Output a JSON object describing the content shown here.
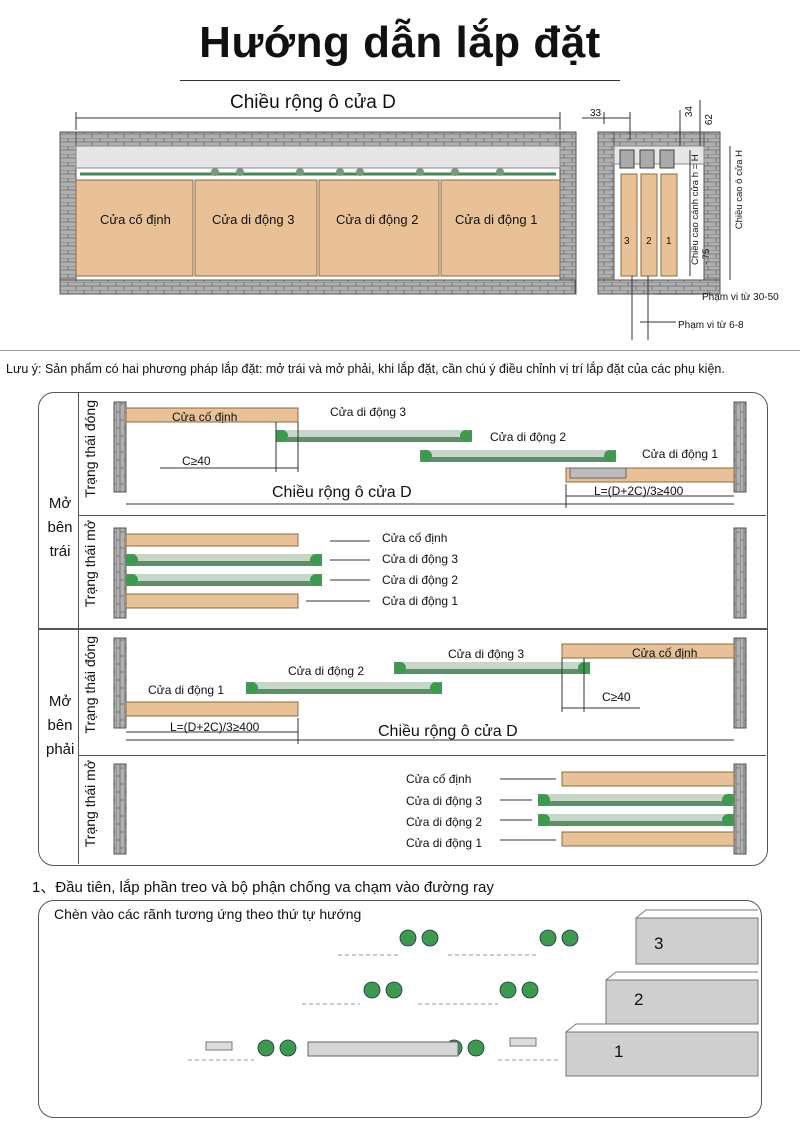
{
  "title": "Hướng dẫn lắp đặt",
  "top_diagram": {
    "width_label": "Chiều rộng ô cửa D",
    "doors": [
      "Cửa cố định",
      "Cửa di động 3",
      "Cửa di động 2",
      "Cửa di động 1"
    ],
    "side_dims": {
      "d33": "33",
      "d34": "34",
      "d62": "62",
      "door_height": "Chiều cao cánh cửa h = H - 75",
      "opening_height": "Chiều cao ô cửa H",
      "door_nums": [
        "3",
        "2",
        "1"
      ],
      "range1": "Phạm vi từ 30-50",
      "range2": "Phạm vi từ 6-8"
    }
  },
  "note": "Lưu ý: Sản phẩm có hai phương pháp lắp đặt: mở trái và mở phải, khi lắp đặt, cần chú ý điều chỉnh vị trí lắp đặt của các phụ kiện.",
  "left_open": {
    "side_label": "Mở bên trái",
    "closed_state": "Trạng thái đóng",
    "open_state": "Trạng thái mở",
    "c_label": "C≥40",
    "l_label": "L=(D+2C)/3≥400",
    "width_label": "Chiều rộng ô cửa D",
    "doors": [
      "Cửa cố định",
      "Cửa di động 3",
      "Cửa di động 2",
      "Cửa di động 1"
    ]
  },
  "right_open": {
    "side_label": "Mở bên phải",
    "closed_state": "Trạng thái đóng",
    "open_state": "Trạng thái mở",
    "c_label": "C≥40",
    "l_label": "L=(D+2C)/3≥400",
    "width_label": "Chiều rộng ô cửa D",
    "doors": [
      "Cửa cố định",
      "Cửa di động 3",
      "Cửa di động 2",
      "Cửa di động 1"
    ]
  },
  "step1": {
    "heading": "1、Đầu tiên, lắp phần treo và bộ phận chống va chạm vào đường ray",
    "instruction": "Chèn vào các rãnh tương ứng theo thứ tự hướng",
    "rails": [
      "3",
      "2",
      "1"
    ]
  },
  "colors": {
    "wood": "#e8c296",
    "brick": "#a8a8a8",
    "track": "#5f8f6a",
    "roller": "#3c9a4e"
  }
}
